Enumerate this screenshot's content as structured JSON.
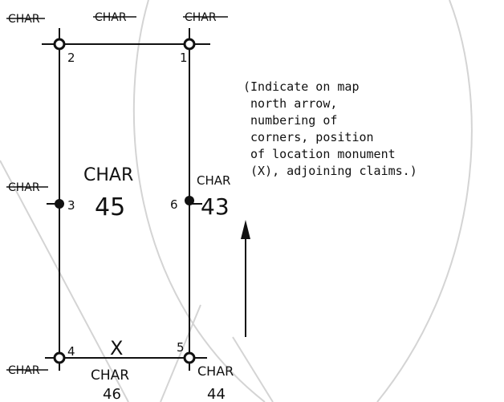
{
  "labels": {
    "top_left": "CHAR",
    "top_middle": "CHAR",
    "top_right": "CHAR",
    "left_middle": "CHAR",
    "claim_45_name": "CHAR",
    "claim_45_number": "45",
    "claim_43_name": "CHAR",
    "claim_43_number": "43",
    "bottom_left": "CHAR",
    "claim_46_name": "CHAR",
    "claim_46_number": "46",
    "claim_44_name": "CHAR",
    "claim_44_number": "44",
    "monument_mark": "X"
  },
  "corners": [
    "1",
    "2",
    "3",
    "4",
    "5",
    "6"
  ],
  "instructions": [
    "(Indicate on map",
    " north arrow,",
    " numbering of",
    " corners, position",
    " of location monument",
    " (X), adjoining claims.)"
  ],
  "colors": {
    "ink": "#111111",
    "watermark": "#d4d4d4"
  }
}
